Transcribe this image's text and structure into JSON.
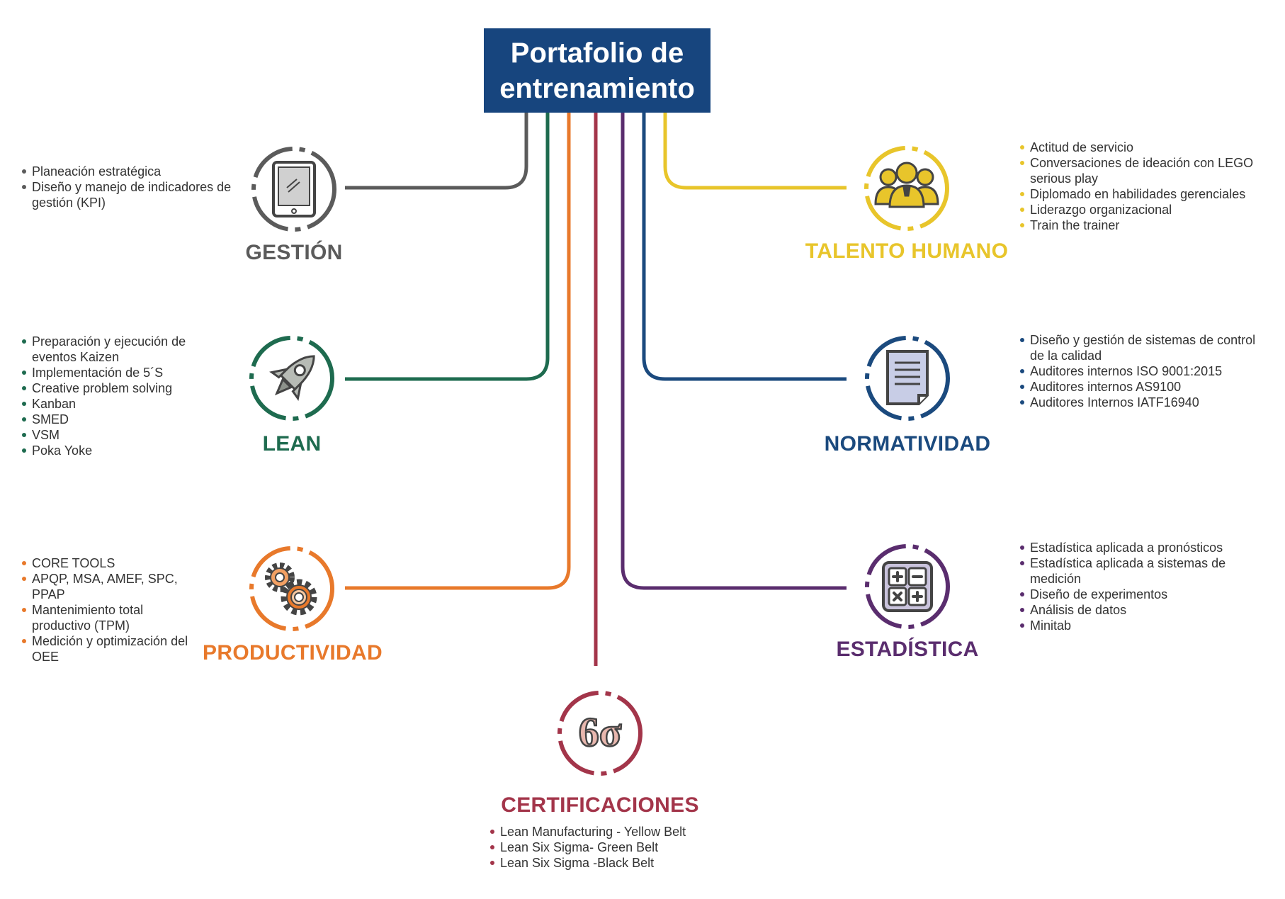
{
  "title": {
    "line1": "Portafolio de",
    "line2": "entrenamiento",
    "color": "#17457e"
  },
  "categories": {
    "gestion": {
      "label": "GESTIÓN",
      "color": "#5b5b5b",
      "icon": "tablet-icon",
      "items": [
        "Planeación estratégica",
        "Diseño y manejo de indicadores de gestión (KPI)"
      ]
    },
    "lean": {
      "label": "LEAN",
      "color": "#1e6b4f",
      "icon": "rocket-icon",
      "items": [
        "Preparación y ejecución de eventos Kaizen",
        "Implementación de 5´S",
        "Creative problem solving",
        "Kanban",
        "SMED",
        "VSM",
        "Poka Yoke"
      ]
    },
    "productividad": {
      "label": "PRODUCTIVIDAD",
      "color": "#e8792b",
      "icon": "gears-icon",
      "items": [
        "CORE TOOLS",
        "APQP, MSA, AMEF, SPC, PPAP",
        "Mantenimiento total productivo (TPM)",
        "Medición y optimización del OEE"
      ]
    },
    "talento": {
      "label": "TALENTO HUMANO",
      "color": "#e8c52b",
      "icon": "people-icon",
      "items": [
        "Actitud de servicio",
        "Conversaciones de ideación con LEGO serious play",
        "Diplomado en habilidades gerenciales",
        "Liderazgo organizacional",
        "Train the trainer"
      ]
    },
    "normatividad": {
      "label": "NORMATIVIDAD",
      "color": "#1b4a7e",
      "icon": "document-icon",
      "items": [
        "Diseño y gestión de sistemas de control de la calidad",
        "Auditores internos ISO 9001:2015",
        "Auditores internos AS9100",
        "Auditores Internos IATF16940"
      ]
    },
    "estadistica": {
      "label": "ESTADÍSTICA",
      "color": "#5a2d6e",
      "icon": "calculator-icon",
      "items": [
        "Estadística aplicada a pronósticos",
        "Estadística aplicada a sistemas de medición",
        "Diseño de experimentos",
        "Análisis de datos",
        "Minitab"
      ]
    },
    "certificaciones": {
      "label": "CERTIFICACIONES",
      "color": "#a3354a",
      "icon": "six-sigma-icon",
      "symbol": "6σ",
      "items": [
        "Lean Manufacturing - Yellow Belt",
        "Lean Six Sigma- Green Belt",
        "Lean Six Sigma -Black Belt"
      ]
    }
  }
}
